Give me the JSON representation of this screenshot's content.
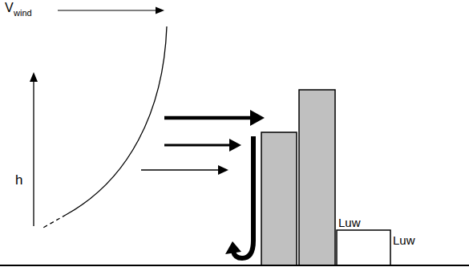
{
  "diagram": {
    "labels": [
      "V",
      "wind",
      "h",
      "Luw",
      "Luw"
    ]
  }
}
